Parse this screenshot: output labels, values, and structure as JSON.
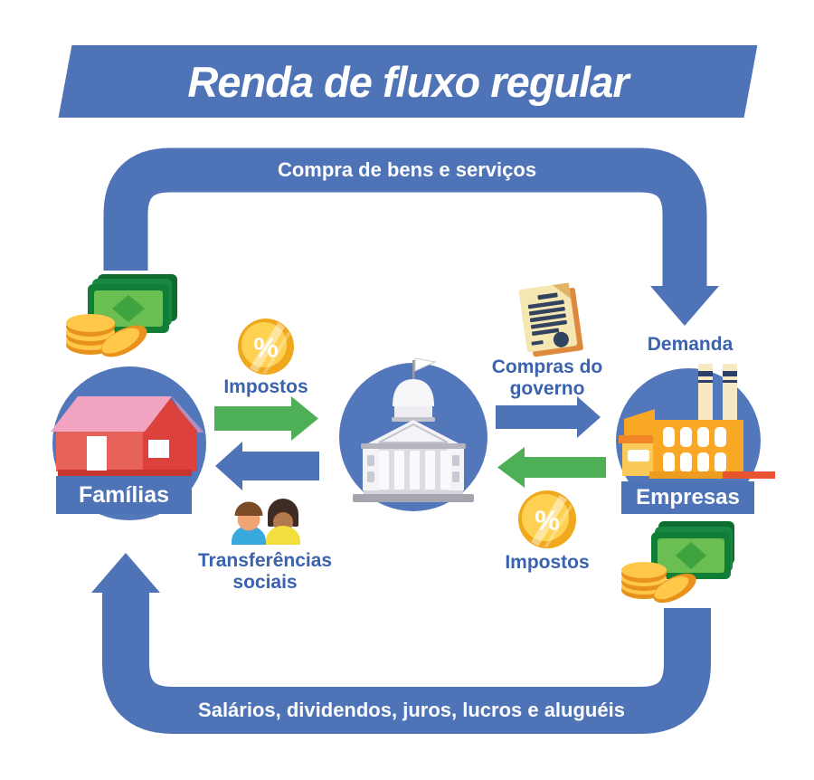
{
  "title": {
    "text": "Renda de fluxo regular"
  },
  "nodes": {
    "households": {
      "label": "Famílias"
    },
    "government": {
      "label": ""
    },
    "companies": {
      "label": "Empresas"
    }
  },
  "flows": {
    "purchase": "Compra de bens e serviços",
    "salaries": "Salários, dividendos, juros, lucros e aluguéis",
    "taxes_households": "Impostos",
    "taxes_companies": "Impostos",
    "social_transfers": "Transferências sociais",
    "government_purchases": "Compras do governo",
    "demand": "Demanda"
  },
  "icons": {
    "percent_symbol": "%",
    "households_money": "money-bills-and-coins-icon",
    "companies_money": "money-bills-and-coins-icon",
    "tax_households": "gold-coin-percent-icon",
    "tax_companies": "gold-coin-percent-icon",
    "social_transfers": "two-people-icon",
    "government_purchases": "certificate-document-icon",
    "households": "red-house-icon",
    "government": "capitol-building-icon",
    "companies": "factory-icon"
  },
  "colors": {
    "flow_blue": "#4E73B7",
    "node_circle_blue": "#5377BB",
    "label_text_blue": "#3A62AE",
    "arrow_green": "#4DB056",
    "band_text_white": "#FFFFFF"
  }
}
